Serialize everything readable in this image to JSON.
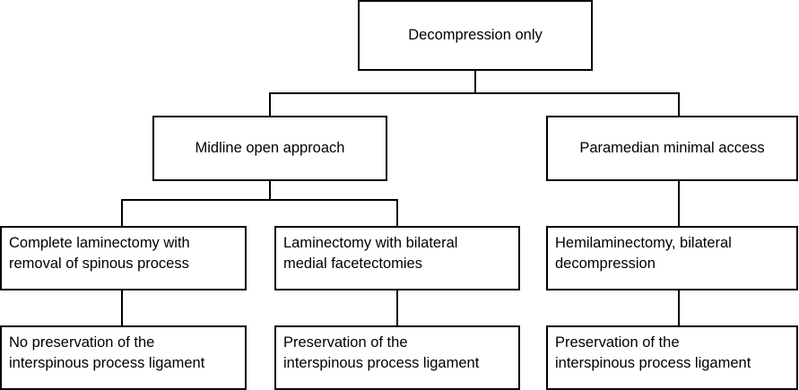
{
  "diagram": {
    "root": {
      "label": "Decompression only"
    },
    "approaches": {
      "midline": {
        "label": "Midline open approach"
      },
      "paramedian": {
        "label": "Paramedian minimal access"
      }
    },
    "procedures": {
      "complete": {
        "lines": [
          "Complete laminectomy with",
          "removal of spinous process"
        ]
      },
      "laminectomy_facet": {
        "lines": [
          "Laminectomy with bilateral",
          "medial facetectomies"
        ]
      },
      "hemilaminectomy": {
        "lines": [
          "Hemilaminectomy, bilateral",
          "decompression"
        ]
      }
    },
    "outcomes": {
      "no_preservation": {
        "lines": [
          "No preservation of the",
          "interspinous process ligament"
        ]
      },
      "preservation_1": {
        "lines": [
          "Preservation of the",
          "interspinous process ligament"
        ]
      },
      "preservation_2": {
        "lines": [
          "Preservation of the",
          "interspinous process ligament"
        ]
      }
    },
    "line_color": "#000000",
    "box_border_color": "#000000",
    "background_color": "#ffffff"
  }
}
